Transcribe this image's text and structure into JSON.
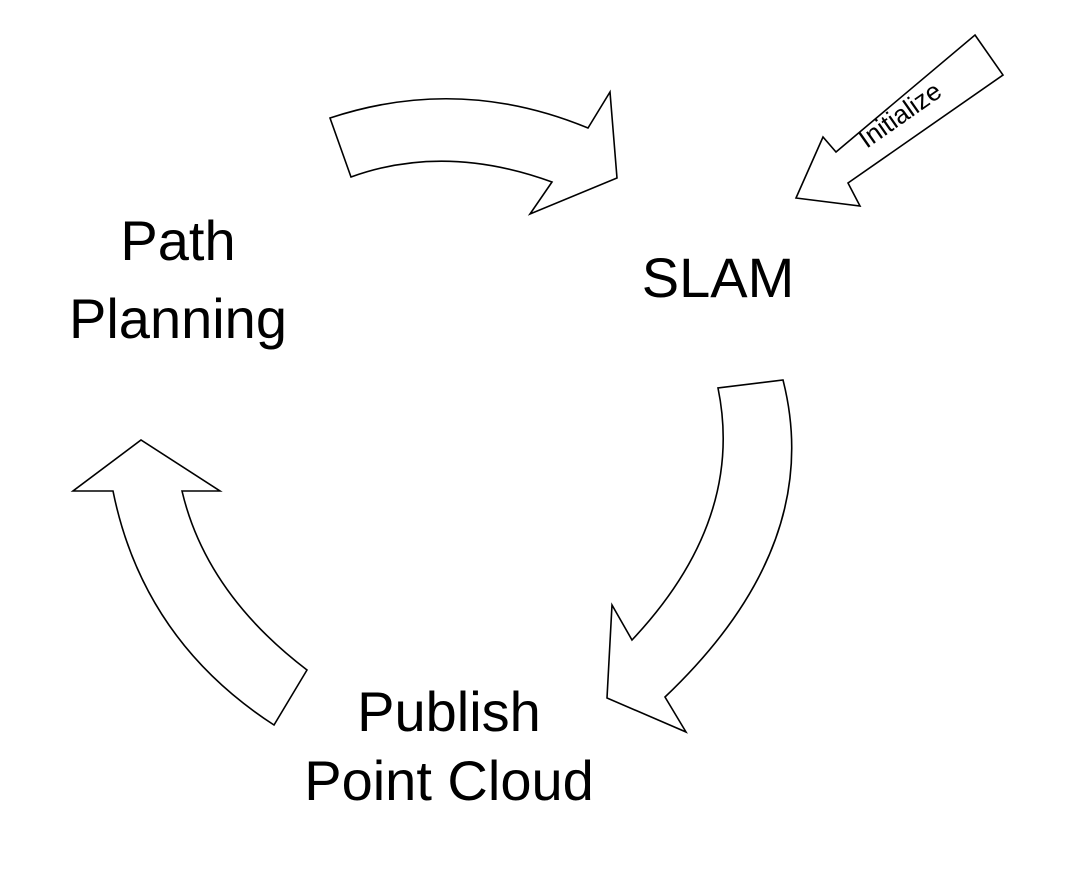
{
  "nodes": {
    "path_planning": {
      "line1": "Path",
      "line2": "Planning"
    },
    "slam": {
      "label": "SLAM"
    },
    "publish_point_cloud": {
      "line1": "Publish",
      "line2": "Point Cloud"
    }
  },
  "edges": {
    "initialize": {
      "label": "Initialize"
    }
  }
}
